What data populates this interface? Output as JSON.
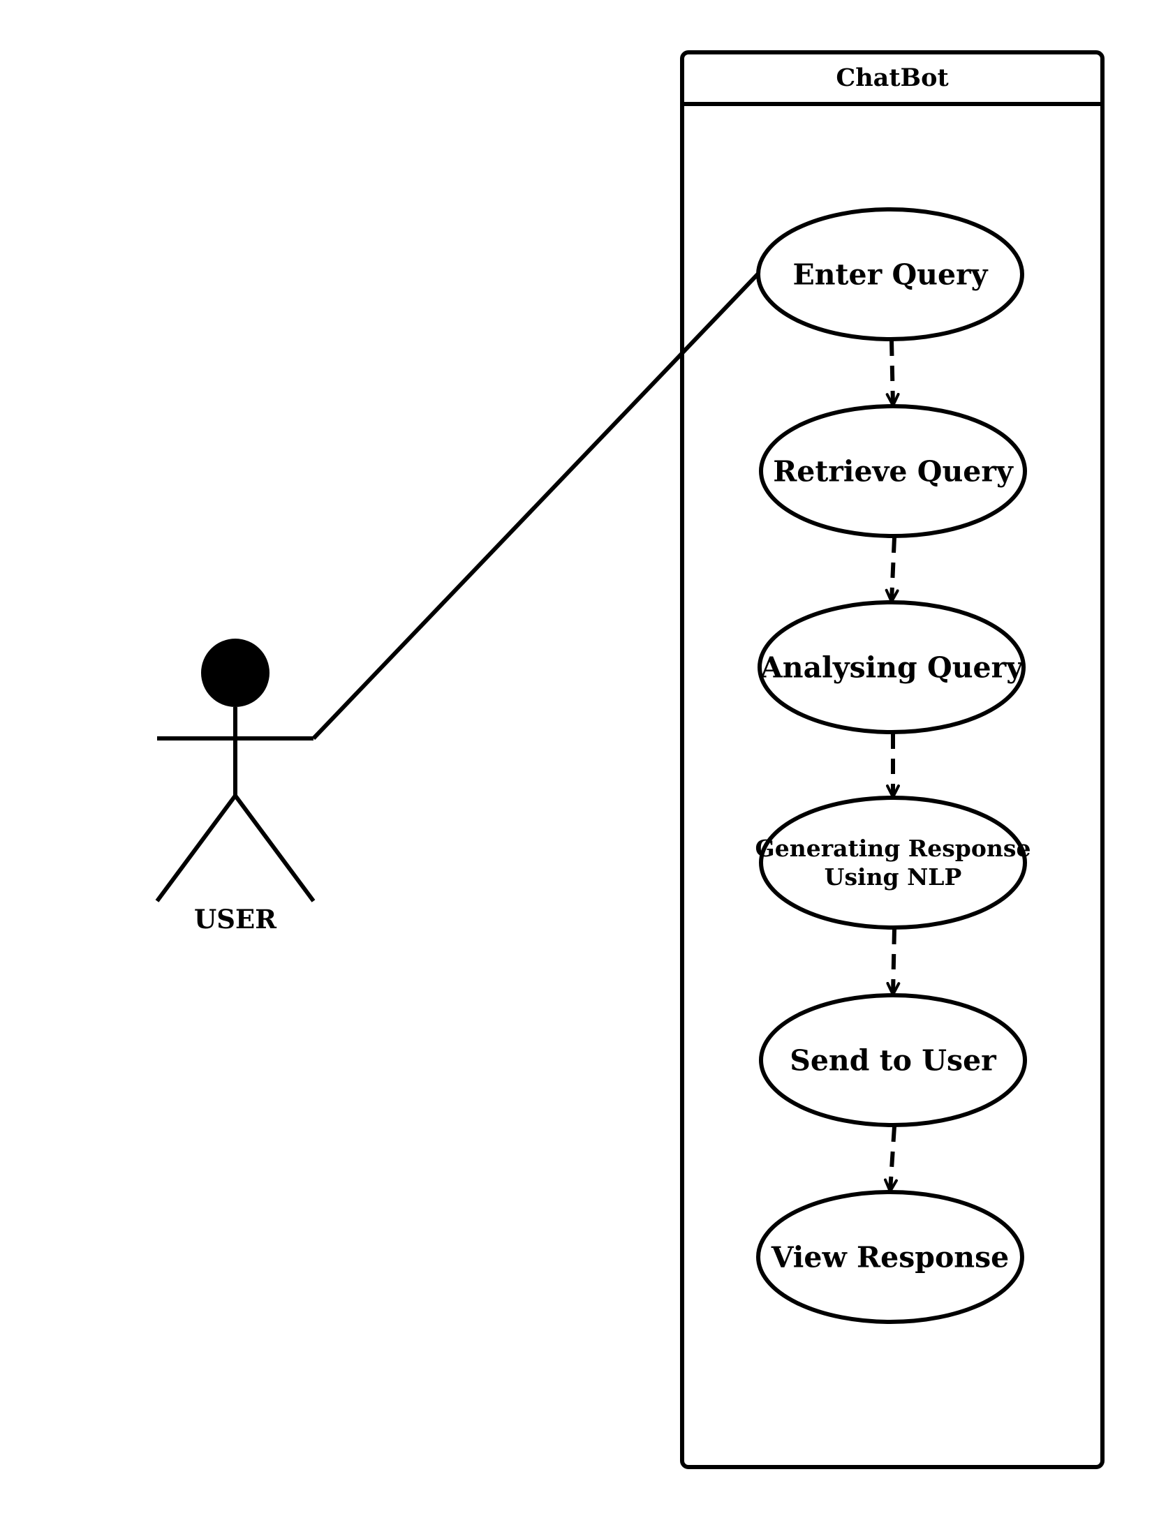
{
  "system": {
    "title": "ChatBot"
  },
  "actor": {
    "label": "USER"
  },
  "use_cases": [
    {
      "lines": [
        "Enter Query"
      ]
    },
    {
      "lines": [
        "Retrieve Query"
      ]
    },
    {
      "lines": [
        "Analysing Query"
      ]
    },
    {
      "lines": [
        "Generating Response",
        "Using NLP"
      ]
    },
    {
      "lines": [
        "Send to User"
      ]
    },
    {
      "lines": [
        "View Response"
      ]
    }
  ],
  "colors": {
    "stroke": "#000000",
    "background": "#ffffff"
  }
}
